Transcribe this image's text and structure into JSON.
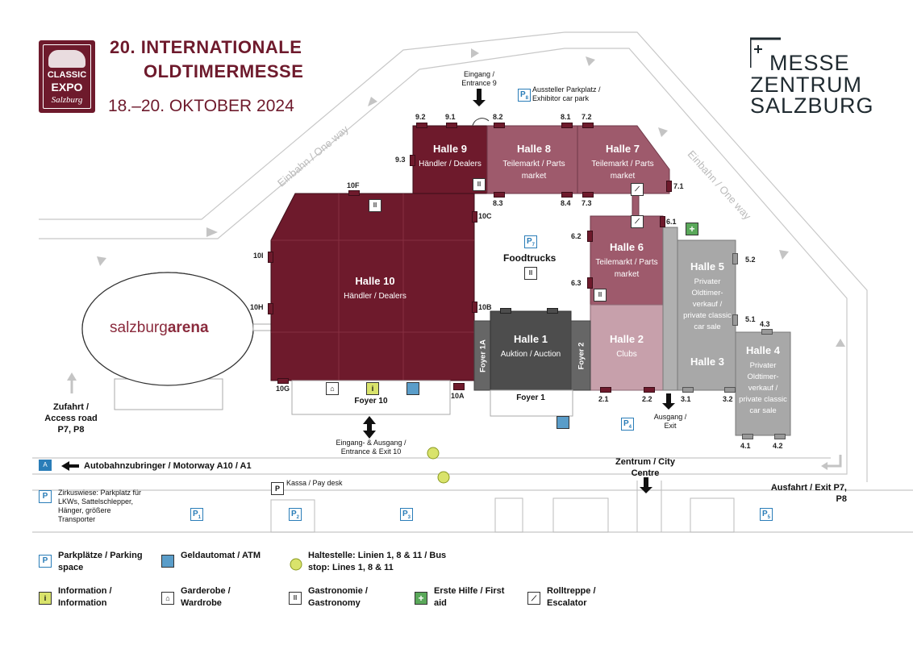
{
  "header": {
    "logo_line1": "CLASSIC",
    "logo_line2": "EXPO",
    "logo_line3": "Salzburg",
    "event_line1": "20. INTERNATIONALE",
    "event_line2": "OLDTIMERMESSE",
    "dates": "18.–20. OKTOBER 2024",
    "brand_line1": "MESSE",
    "brand_line2": "ZENTRUM",
    "brand_line3": "SALZBURG"
  },
  "colors": {
    "halle10": "#6e1a2c",
    "halle9": "#6e1a2c",
    "halle8": "#9e5a6c",
    "halle6": "#9e5a6c",
    "halle2": "#c7a0ab",
    "halle1": "#4d4d4d",
    "halle5": "#a8a8a8",
    "foyer": "#666666"
  },
  "halls": {
    "h10": {
      "name": "Halle 10",
      "sub": "Händler / Dealers"
    },
    "h9": {
      "name": "Halle 9",
      "sub": "Händler / Dealers"
    },
    "h8": {
      "name": "Halle 8",
      "sub": "Teilemarkt / Parts market"
    },
    "h7": {
      "name": "Halle 7",
      "sub": "Teilemarkt / Parts market"
    },
    "h6": {
      "name": "Halle 6",
      "sub": "Teilemarkt / Parts market"
    },
    "h5": {
      "name": "Halle 5",
      "sub": "Privater Oldtimer-verkauf / private classic car sale"
    },
    "h3": {
      "name": "Halle 3"
    },
    "h4": {
      "name": "Halle 4",
      "sub": "Privater Oldtimer-verkauf / private classic car sale"
    },
    "h2": {
      "name": "Halle 2",
      "sub": "Clubs"
    },
    "h1": {
      "name": "Halle 1",
      "sub": "Auktion / Auction"
    },
    "foyer1a": "Foyer 1A",
    "foyer2": "Foyer 2",
    "foyer1": "Foyer 1",
    "foyer10": "Foyer 10"
  },
  "doors": {
    "d92": "9.2",
    "d91": "9.1",
    "d82": "8.2",
    "d81": "8.1",
    "d72": "7.2",
    "d93": "9.3",
    "d83": "8.3",
    "d84": "8.4",
    "d73": "7.3",
    "d71": "7.1",
    "d10f": "10F",
    "d10c": "10C",
    "d10i": "10I",
    "d10h": "10H",
    "d10b": "10B",
    "d10g": "10G",
    "d10a": "10A",
    "d61": "6.1",
    "d62": "6.2",
    "d63": "6.3",
    "d52": "5.2",
    "d51": "5.1",
    "d43": "4.3",
    "d21": "2.1",
    "d22": "2.2",
    "d31": "3.1",
    "d32": "3.2",
    "d41": "4.1",
    "d42": "4.2"
  },
  "map": {
    "entrance9": "Eingang / Entrance 9",
    "exhibitor_park": "Aussteller Parkplatz / Exhibitor car park",
    "oneway_left": "Einbahn / One way",
    "oneway_right": "Einbahn / One way",
    "foodtrucks": "Foodtrucks",
    "arena_a": "salzburg",
    "arena_b": "arena",
    "access_road": "Zufahrt / Access road P7, P8",
    "entrance10": "Eingang- & Ausgang / Entrance & Exit 10",
    "exit_main": "Ausgang / Exit",
    "motorway": "Autobahnzubringer / Motorway A10 / A1",
    "city_centre": "Zentrum / City Centre",
    "pay_desk": "Kassa / Pay desk",
    "circus_meadow": "Zirkuswiese: Parkplatz für LKWs, Sattelschlepper, Hänger, größere Transporter",
    "exit_p78": "Ausfahrt / Exit P7, P8",
    "p1": "1",
    "p2": "2",
    "p3": "3",
    "p4": "4",
    "p5": "5",
    "p7": "7",
    "p8": "8"
  },
  "legend": {
    "parking": "Parkplätze / Parking space",
    "atm": "Geldautomat / ATM",
    "bus": "Haltestelle: Linien 1, 8 & 11 / Bus stop: Lines 1, 8 & 11",
    "info": "Information / Information",
    "cloak": "Garderobe / Wardrobe",
    "gastro": "Gastronomie / Gastronomy",
    "firstaid": "Erste Hilfe / First aid",
    "escalator": "Rolltreppe / Escalator"
  }
}
